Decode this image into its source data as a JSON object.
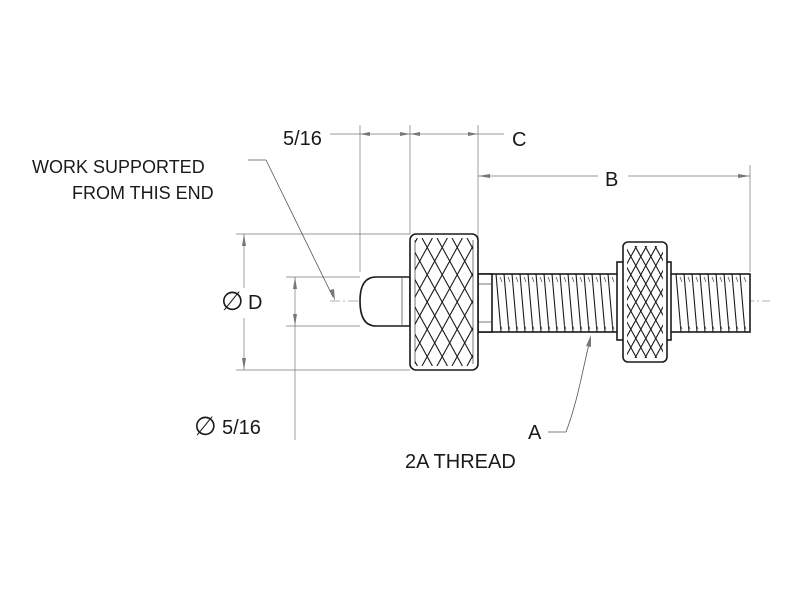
{
  "labels": {
    "work_supported": [
      "WORK SUPPORTED",
      "FROM THIS END"
    ],
    "dim_top_left": "5/16",
    "dim_c": "C",
    "dim_b": "B",
    "dim_d_symbol": "∅",
    "dim_d": "D",
    "dim_dia_symbol": "∅",
    "dim_dia_value": "5/16",
    "thread_a": "A",
    "thread_note": "2A THREAD"
  },
  "colors": {
    "line": "#1a1a1a",
    "dimension": "#777777",
    "background": "#ffffff"
  }
}
